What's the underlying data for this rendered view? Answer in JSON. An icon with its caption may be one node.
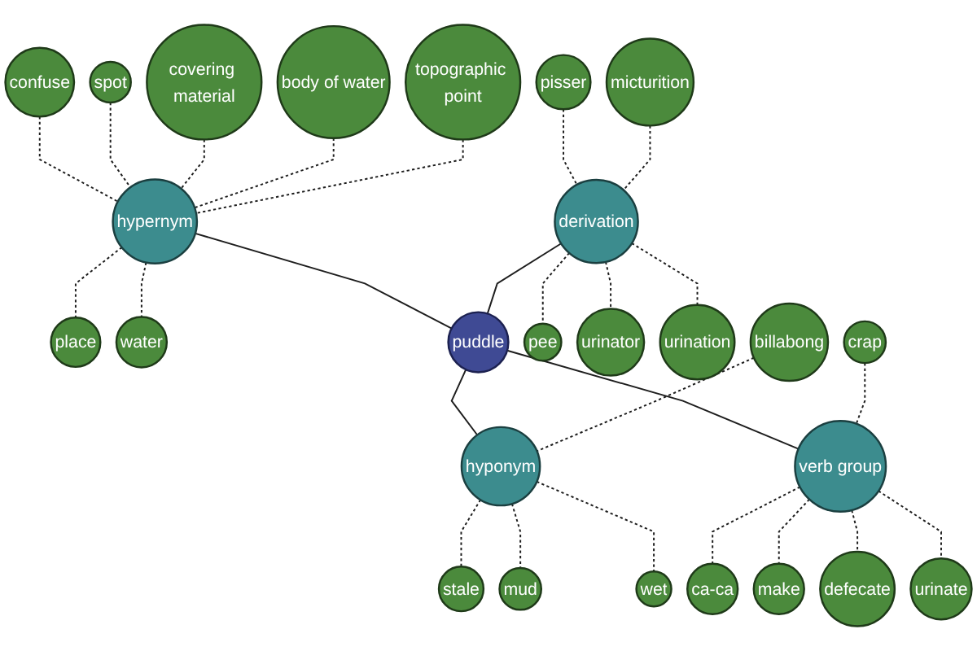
{
  "diagram": {
    "nodes": [
      {
        "text": [
          "confuse"
        ]
      },
      {
        "text": [
          "spot"
        ]
      },
      {
        "text": [
          "covering material"
        ]
      },
      {
        "text": [
          "body of water"
        ]
      },
      {
        "text": [
          "hypernym"
        ]
      },
      {
        "text": [
          "place"
        ]
      },
      {
        "text": [
          "topographic point"
        ]
      },
      {
        "text": [
          "water"
        ]
      },
      {
        "text": [
          "pisser"
        ]
      },
      {
        "text": [
          "micturition"
        ]
      },
      {
        "text": [
          "derivation"
        ]
      },
      {
        "text": [
          "puddle"
        ]
      },
      {
        "text": [
          "pee"
        ]
      },
      {
        "text": [
          "urinator"
        ]
      },
      {
        "text": [
          "urination"
        ]
      },
      {
        "text": [
          "crap"
        ]
      },
      {
        "text": [
          "billabong"
        ]
      },
      {
        "text": [
          "verb group"
        ]
      },
      {
        "text": [
          "hyponym"
        ]
      },
      {
        "text": [
          "ca-ca"
        ]
      },
      {
        "text": [
          "stale"
        ]
      },
      {
        "text": [
          "make"
        ]
      },
      {
        "text": [
          "defecate"
        ]
      },
      {
        "text": [
          "mud"
        ]
      },
      {
        "text": [
          "urinate"
        ]
      },
      {
        "text": [
          "wet"
        ]
      }
    ],
    "edges": [
      {
        "from": 0,
        "to": 4,
        "arrow": "none",
        "style": "dashed"
      },
      {
        "from": 1,
        "to": 4,
        "arrow": "none",
        "style": "dashed"
      },
      {
        "from": 2,
        "to": 4,
        "arrow": "none",
        "style": "dashed"
      },
      {
        "from": 3,
        "to": 4,
        "arrow": "none",
        "style": "dashed"
      },
      {
        "from": 6,
        "to": 4,
        "arrow": "none",
        "style": "dashed"
      },
      {
        "from": 4,
        "to": 5,
        "arrow": "none",
        "style": "dashed"
      },
      {
        "from": 4,
        "to": 7,
        "arrow": "none",
        "style": "dashed"
      },
      {
        "from": 8,
        "to": 10,
        "arrow": "none",
        "style": "dashed"
      },
      {
        "from": 9,
        "to": 10,
        "arrow": "none",
        "style": "dashed"
      },
      {
        "from": 10,
        "to": 12,
        "arrow": "none",
        "style": "dashed"
      },
      {
        "from": 10,
        "to": 13,
        "arrow": "none",
        "style": "dashed"
      },
      {
        "from": 10,
        "to": 14,
        "arrow": "none",
        "style": "dashed"
      },
      {
        "from": 4,
        "to": 11,
        "arrow": "none"
      },
      {
        "from": 10,
        "to": 11,
        "arrow": "none"
      },
      {
        "from": 11,
        "to": 18,
        "arrow": "none"
      },
      {
        "from": 11,
        "to": 17,
        "arrow": "none"
      },
      {
        "from": 16,
        "to": 18,
        "arrow": "none",
        "style": "dashed"
      },
      {
        "from": 18,
        "to": 20,
        "arrow": "none",
        "style": "dashed"
      },
      {
        "from": 18,
        "to": 23,
        "arrow": "none",
        "style": "dashed"
      },
      {
        "from": 18,
        "to": 25,
        "arrow": "none",
        "style": "dashed"
      },
      {
        "from": 15,
        "to": 17,
        "arrow": "none",
        "style": "dashed"
      },
      {
        "from": 17,
        "to": 19,
        "arrow": "none",
        "style": "dashed"
      },
      {
        "from": 17,
        "to": 21,
        "arrow": "none",
        "style": "dashed"
      },
      {
        "from": 17,
        "to": 22,
        "arrow": "none",
        "style": "dashed"
      },
      {
        "from": 17,
        "to": 24,
        "arrow": "none",
        "style": "dashed"
      }
    ]
  }
}
